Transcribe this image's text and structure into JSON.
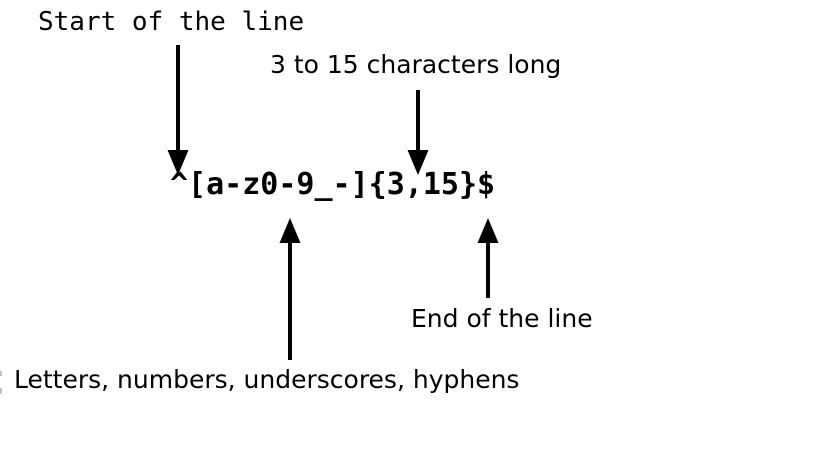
{
  "diagram": {
    "pattern": "^[a-z0-9_-]{3,15}$",
    "labels": {
      "start_of_line": "Start of the line",
      "length": "3 to 15 characters long",
      "charset": "Letters, numbers, underscores, hyphens",
      "end_of_line": "End of the line"
    },
    "colors": {
      "ink": "#000000",
      "background": "#ffffff"
    }
  }
}
